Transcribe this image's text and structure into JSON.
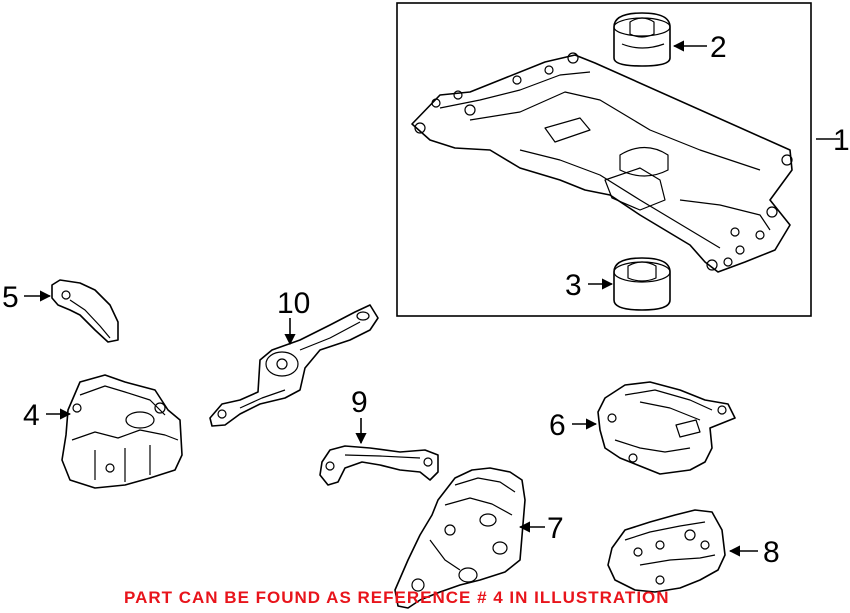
{
  "callouts": {
    "c1": "1",
    "c2": "2",
    "c3": "3",
    "c4": "4",
    "c5": "5",
    "c6": "6",
    "c7": "7",
    "c8": "8",
    "c9": "9",
    "c10": "10"
  },
  "footer_note": "PART CAN BE FOUND AS REFERENCE # 4 IN ILLUSTRATION",
  "colors": {
    "note": "#e8141b",
    "line": "#000000",
    "background": "#ffffff"
  }
}
